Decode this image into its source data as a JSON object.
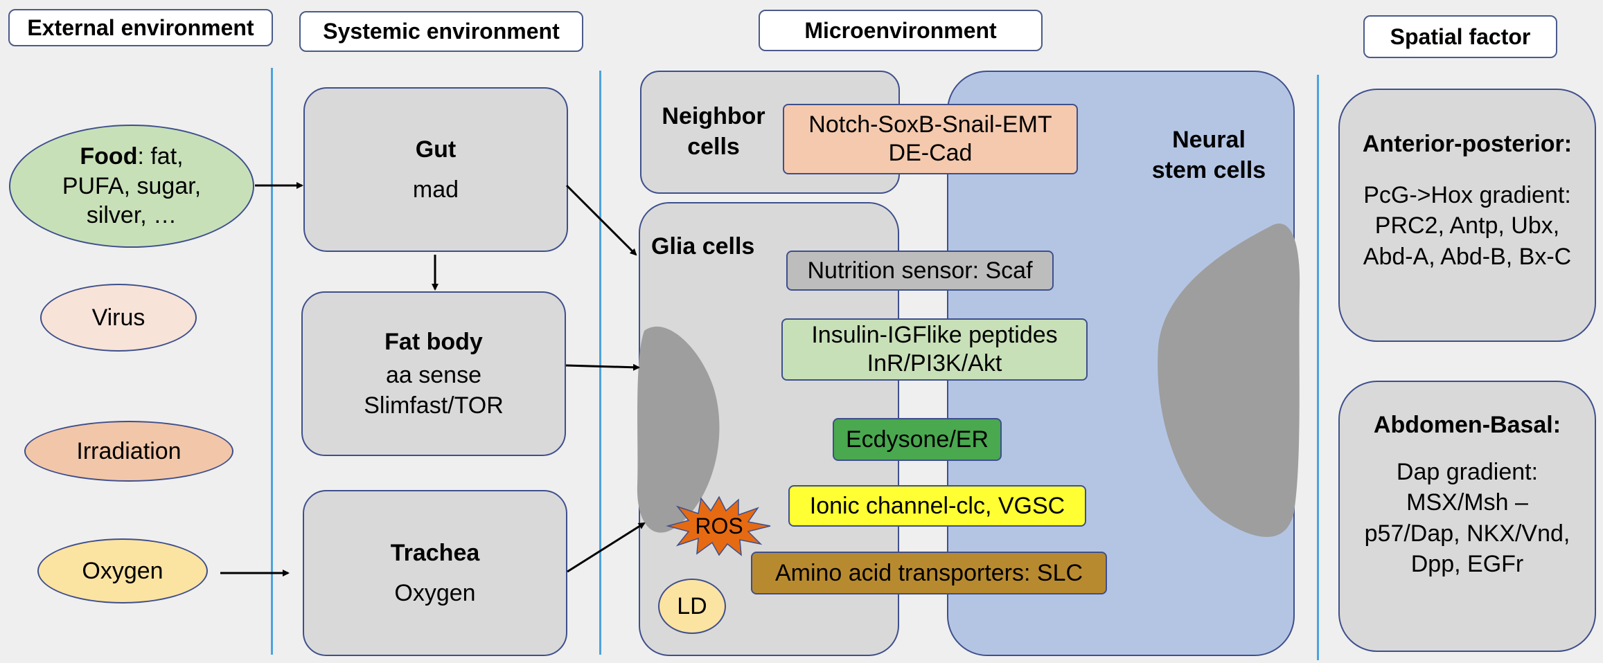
{
  "headers": {
    "external": "External environment",
    "systemic": "Systemic environment",
    "micro": "Microenvironment",
    "spatial": "Spatial factor"
  },
  "external": {
    "food_bold": "Food",
    "food_rest_line1": ": fat,",
    "food_line2": "PUFA, sugar,",
    "food_line3": "silver, …",
    "virus": "Virus",
    "irradiation": "Irradiation",
    "oxygen": "Oxygen"
  },
  "systemic": {
    "gut_title": "Gut",
    "gut_sub": "mad",
    "fat_title": "Fat body",
    "fat_line1": "aa sense",
    "fat_line2": "Slimfast/TOR",
    "trachea_title": "Trachea",
    "trachea_sub": "Oxygen"
  },
  "micro": {
    "neighbor_line1": "Neighbor",
    "neighbor_line2": "cells",
    "glia": "Glia cells",
    "nsc_line1": "Neural",
    "nsc_line2": "stem cells",
    "notch_line1": "Notch-SoxB-Snail-EMT",
    "notch_line2": "DE-Cad",
    "scaf": "Nutrition sensor: Scaf",
    "insulin_line1": "Insulin-IGFlike peptides",
    "insulin_line2": "InR/PI3K/Akt",
    "ecdysone": "Ecdysone/ER",
    "ionic": "Ionic channel-clc, VGSC",
    "amino": "Amino acid transporters: SLC",
    "ros": "ROS",
    "ld": "LD"
  },
  "spatial": {
    "ap_title": "Anterior-posterior:",
    "ap_line1": "PcG->Hox gradient:",
    "ap_line2": "PRC2, Antp, Ubx,",
    "ap_line3": "Abd-A, Abd-B, Bx-C",
    "ab_title": "Abdomen-Basal:",
    "ab_line1": "Dap gradient:",
    "ab_line2": "MSX/Msh –",
    "ab_line3": "p57/Dap, NKX/Vnd,",
    "ab_line4": "Dpp, EGFr"
  },
  "colors": {
    "background": "#efefef",
    "divider": "#4da3dd",
    "box_fill": "#d9d9d9",
    "box_border": "#3e4f8c",
    "neural_stem_fill": "#b4c5e4",
    "food_fill": "#c8e0b8",
    "virus_fill": "#f7e3d8",
    "irradiation_fill": "#f2c6a8",
    "oxygen_fill": "#fbe3a1",
    "notch_fill": "#f4c9ad",
    "scaf_fill": "#bdbdbd",
    "insulin_fill": "#c8e0b8",
    "ecdysone_fill": "#4aa84f",
    "ionic_fill": "#ffff33",
    "amino_fill": "#b88a2f",
    "ros_fill": "#e66a12",
    "ld_fill": "#fbe3a1",
    "blob_fill": "#9e9e9e"
  }
}
